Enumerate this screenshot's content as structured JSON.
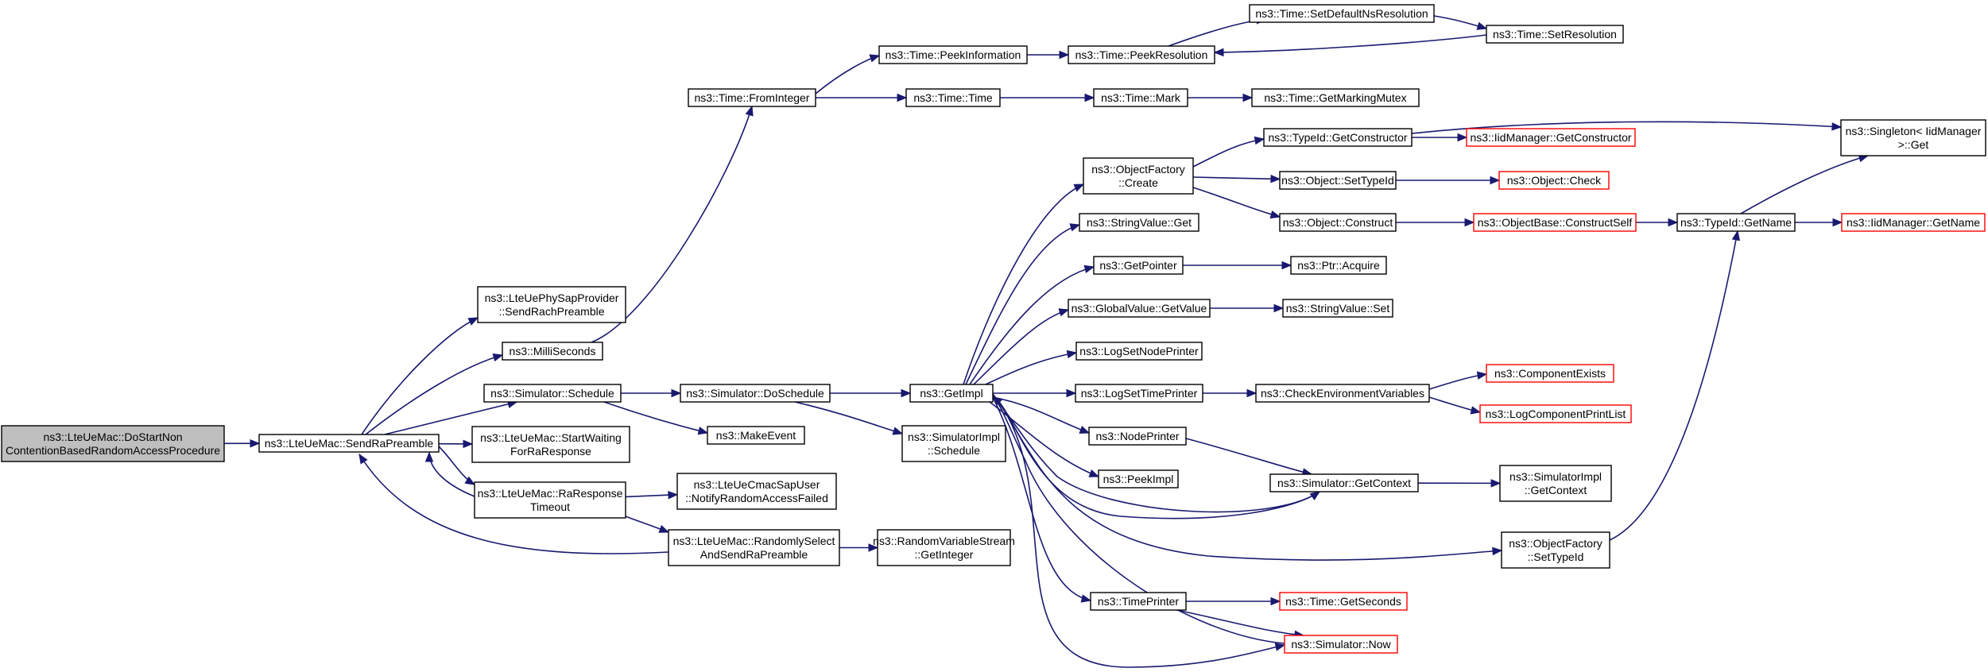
{
  "graph": {
    "title": "",
    "colors": {
      "edge": "#191970",
      "root_fill": "#bfbfbf",
      "node_border": "#000000",
      "truncated_border": "#ff0000",
      "node_fill": "#ffffff"
    },
    "nodes": [
      {
        "id": "root",
        "lines": [
          "ns3::LteUeMac::DoStartNon",
          "ContentionBasedRandomAccessProcedure"
        ],
        "style": "root"
      },
      {
        "id": "sendRaPreamble",
        "lines": [
          "ns3::LteUeMac::SendRaPreamble"
        ],
        "style": "normal"
      },
      {
        "id": "sendRachPreamble",
        "lines": [
          "ns3::LteUePhySapProvider",
          "::SendRachPreamble"
        ],
        "style": "normal"
      },
      {
        "id": "milliSeconds",
        "lines": [
          "ns3::MilliSeconds"
        ],
        "style": "normal"
      },
      {
        "id": "simSchedule",
        "lines": [
          "ns3::Simulator::Schedule"
        ],
        "style": "normal"
      },
      {
        "id": "startWaiting",
        "lines": [
          "ns3::LteUeMac::StartWaiting",
          "ForRaResponse"
        ],
        "style": "normal"
      },
      {
        "id": "raResponseTimeout",
        "lines": [
          "ns3::LteUeMac::RaResponse",
          "Timeout"
        ],
        "style": "normal"
      },
      {
        "id": "notifyFailed",
        "lines": [
          "ns3::LteUeCmacSapUser",
          "::NotifyRandomAccessFailed"
        ],
        "style": "normal"
      },
      {
        "id": "randomlySelect",
        "lines": [
          "ns3::LteUeMac::RandomlySelect",
          "AndSendRaPreamble"
        ],
        "style": "normal"
      },
      {
        "id": "getInteger",
        "lines": [
          "ns3::RandomVariableStream",
          "::GetInteger"
        ],
        "style": "normal"
      },
      {
        "id": "fromInteger",
        "lines": [
          "ns3::Time::FromInteger"
        ],
        "style": "normal"
      },
      {
        "id": "peekInformation",
        "lines": [
          "ns3::Time::PeekInformation"
        ],
        "style": "normal"
      },
      {
        "id": "timeTime",
        "lines": [
          "ns3::Time::Time"
        ],
        "style": "normal"
      },
      {
        "id": "peekResolution",
        "lines": [
          "ns3::Time::PeekResolution"
        ],
        "style": "normal"
      },
      {
        "id": "setDefaultNs",
        "lines": [
          "ns3::Time::SetDefaultNsResolution"
        ],
        "style": "normal"
      },
      {
        "id": "setResolution",
        "lines": [
          "ns3::Time::SetResolution"
        ],
        "style": "normal"
      },
      {
        "id": "timeMark",
        "lines": [
          "ns3::Time::Mark"
        ],
        "style": "normal"
      },
      {
        "id": "getMarkingMutex",
        "lines": [
          "ns3::Time::GetMarkingMutex"
        ],
        "style": "normal"
      },
      {
        "id": "doSchedule",
        "lines": [
          "ns3::Simulator::DoSchedule"
        ],
        "style": "normal"
      },
      {
        "id": "makeEvent",
        "lines": [
          "ns3::MakeEvent"
        ],
        "style": "normal"
      },
      {
        "id": "getImpl",
        "lines": [
          "ns3::GetImpl"
        ],
        "style": "normal"
      },
      {
        "id": "simImplSchedule",
        "lines": [
          "ns3::SimulatorImpl",
          "::Schedule"
        ],
        "style": "normal"
      },
      {
        "id": "objFactoryCreate",
        "lines": [
          "ns3::ObjectFactory",
          "::Create"
        ],
        "style": "normal"
      },
      {
        "id": "stringValueGet",
        "lines": [
          "ns3::StringValue::Get"
        ],
        "style": "normal"
      },
      {
        "id": "getPointer",
        "lines": [
          "ns3::GetPointer"
        ],
        "style": "normal"
      },
      {
        "id": "globalValueGetValue",
        "lines": [
          "ns3::GlobalValue::GetValue"
        ],
        "style": "normal"
      },
      {
        "id": "logSetNodePrinter",
        "lines": [
          "ns3::LogSetNodePrinter"
        ],
        "style": "normal"
      },
      {
        "id": "logSetTimePrinter",
        "lines": [
          "ns3::LogSetTimePrinter"
        ],
        "style": "normal"
      },
      {
        "id": "nodePrinter",
        "lines": [
          "ns3::NodePrinter"
        ],
        "style": "normal"
      },
      {
        "id": "peekImpl",
        "lines": [
          "ns3::PeekImpl"
        ],
        "style": "normal"
      },
      {
        "id": "timePrinter",
        "lines": [
          "ns3::TimePrinter"
        ],
        "style": "normal"
      },
      {
        "id": "typeIdGetConstructor",
        "lines": [
          "ns3::TypeId::GetConstructor"
        ],
        "style": "normal"
      },
      {
        "id": "iidGetConstructor",
        "lines": [
          "ns3::IidManager::GetConstructor"
        ],
        "style": "truncated"
      },
      {
        "id": "objectSetTypeId",
        "lines": [
          "ns3::Object::SetTypeId"
        ],
        "style": "normal"
      },
      {
        "id": "objectCheck",
        "lines": [
          "ns3::Object::Check"
        ],
        "style": "truncated"
      },
      {
        "id": "objectConstruct",
        "lines": [
          "ns3::Object::Construct"
        ],
        "style": "normal"
      },
      {
        "id": "constructSelf",
        "lines": [
          "ns3::ObjectBase::ConstructSelf"
        ],
        "style": "truncated"
      },
      {
        "id": "typeIdGetName",
        "lines": [
          "ns3::TypeId::GetName"
        ],
        "style": "normal"
      },
      {
        "id": "iidGetName",
        "lines": [
          "ns3::IidManager::GetName"
        ],
        "style": "truncated"
      },
      {
        "id": "singletonGet",
        "lines": [
          "ns3::Singleton< IidManager",
          ">::Get"
        ],
        "style": "normal"
      },
      {
        "id": "ptrAcquire",
        "lines": [
          "ns3::Ptr::Acquire"
        ],
        "style": "normal"
      },
      {
        "id": "stringValueSet",
        "lines": [
          "ns3::StringValue::Set"
        ],
        "style": "normal"
      },
      {
        "id": "checkEnvVars",
        "lines": [
          "ns3::CheckEnvironmentVariables"
        ],
        "style": "normal"
      },
      {
        "id": "componentExists",
        "lines": [
          "ns3::ComponentExists"
        ],
        "style": "truncated"
      },
      {
        "id": "logComponentPrintList",
        "lines": [
          "ns3::LogComponentPrintList"
        ],
        "style": "truncated"
      },
      {
        "id": "simGetContext",
        "lines": [
          "ns3::Simulator::GetContext"
        ],
        "style": "normal"
      },
      {
        "id": "simImplGetContext",
        "lines": [
          "ns3::SimulatorImpl",
          "::GetContext"
        ],
        "style": "normal"
      },
      {
        "id": "objFactorySetTypeId",
        "lines": [
          "ns3::ObjectFactory",
          "::SetTypeId"
        ],
        "style": "normal"
      },
      {
        "id": "timeGetSeconds",
        "lines": [
          "ns3::Time::GetSeconds"
        ],
        "style": "truncated"
      },
      {
        "id": "simulatorNow",
        "lines": [
          "ns3::Simulator::Now"
        ],
        "style": "truncated"
      }
    ],
    "edges": [
      [
        "root",
        "sendRaPreamble"
      ],
      [
        "sendRaPreamble",
        "sendRachPreamble"
      ],
      [
        "sendRaPreamble",
        "milliSeconds"
      ],
      [
        "sendRaPreamble",
        "simSchedule"
      ],
      [
        "sendRaPreamble",
        "startWaiting"
      ],
      [
        "sendRaPreamble",
        "raResponseTimeout"
      ],
      [
        "raResponseTimeout",
        "sendRaPreamble"
      ],
      [
        "randomlySelect",
        "sendRaPreamble"
      ],
      [
        "raResponseTimeout",
        "notifyFailed"
      ],
      [
        "raResponseTimeout",
        "randomlySelect"
      ],
      [
        "randomlySelect",
        "getInteger"
      ],
      [
        "milliSeconds",
        "fromInteger"
      ],
      [
        "simSchedule",
        "doSchedule"
      ],
      [
        "simSchedule",
        "makeEvent"
      ],
      [
        "doSchedule",
        "getImpl"
      ],
      [
        "doSchedule",
        "simImplSchedule"
      ],
      [
        "fromInteger",
        "peekInformation"
      ],
      [
        "fromInteger",
        "timeTime"
      ],
      [
        "peekInformation",
        "peekResolution"
      ],
      [
        "peekResolution",
        "setDefaultNs"
      ],
      [
        "setDefaultNs",
        "setResolution"
      ],
      [
        "setResolution",
        "peekResolution"
      ],
      [
        "timeTime",
        "timeMark"
      ],
      [
        "timeMark",
        "getMarkingMutex"
      ],
      [
        "getImpl",
        "objFactoryCreate"
      ],
      [
        "getImpl",
        "stringValueGet"
      ],
      [
        "getImpl",
        "getPointer"
      ],
      [
        "getImpl",
        "globalValueGetValue"
      ],
      [
        "getImpl",
        "logSetNodePrinter"
      ],
      [
        "getImpl",
        "logSetTimePrinter"
      ],
      [
        "getImpl",
        "nodePrinter"
      ],
      [
        "getImpl",
        "peekImpl"
      ],
      [
        "getImpl",
        "timePrinter"
      ],
      [
        "getImpl",
        "simGetContext"
      ],
      [
        "getImpl",
        "objFactorySetTypeId"
      ],
      [
        "getImpl",
        "simulatorNow"
      ],
      [
        "objFactoryCreate",
        "typeIdGetConstructor"
      ],
      [
        "objFactoryCreate",
        "objectSetTypeId"
      ],
      [
        "objFactoryCreate",
        "objectConstruct"
      ],
      [
        "typeIdGetConstructor",
        "iidGetConstructor"
      ],
      [
        "typeIdGetConstructor",
        "singletonGet"
      ],
      [
        "objectSetTypeId",
        "objectCheck"
      ],
      [
        "objectConstruct",
        "constructSelf"
      ],
      [
        "constructSelf",
        "typeIdGetName"
      ],
      [
        "typeIdGetName",
        "singletonGet"
      ],
      [
        "typeIdGetName",
        "iidGetName"
      ],
      [
        "getPointer",
        "ptrAcquire"
      ],
      [
        "globalValueGetValue",
        "stringValueSet"
      ],
      [
        "logSetTimePrinter",
        "checkEnvVars"
      ],
      [
        "checkEnvVars",
        "componentExists"
      ],
      [
        "checkEnvVars",
        "logComponentPrintList"
      ],
      [
        "nodePrinter",
        "simGetContext"
      ],
      [
        "simGetContext",
        "simImplGetContext"
      ],
      [
        "simGetContext",
        "getImpl"
      ],
      [
        "objFactorySetTypeId",
        "typeIdGetName"
      ],
      [
        "timePrinter",
        "timeGetSeconds"
      ],
      [
        "timePrinter",
        "simulatorNow"
      ],
      [
        "simulatorNow",
        "getImpl"
      ]
    ]
  }
}
